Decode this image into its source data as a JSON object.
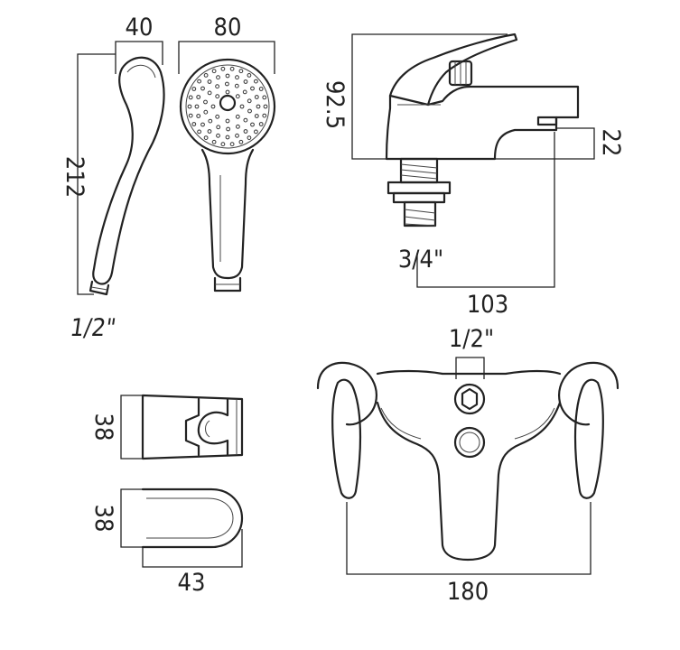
{
  "colors": {
    "line": "#222222",
    "background": "#ffffff"
  },
  "dimensions": {
    "hand_width": "40",
    "hand_head": "80",
    "hand_length": "212",
    "hand_thread": "1/2\"",
    "tap_height": "92.5",
    "tap_spout": "22",
    "tap_thread": "3/4\"",
    "tap_reach": "103",
    "bracket_height_a": "38",
    "bracket_height_b": "38",
    "bracket_depth": "43",
    "mixer_thread": "1/2\"",
    "mixer_centres": "180"
  }
}
